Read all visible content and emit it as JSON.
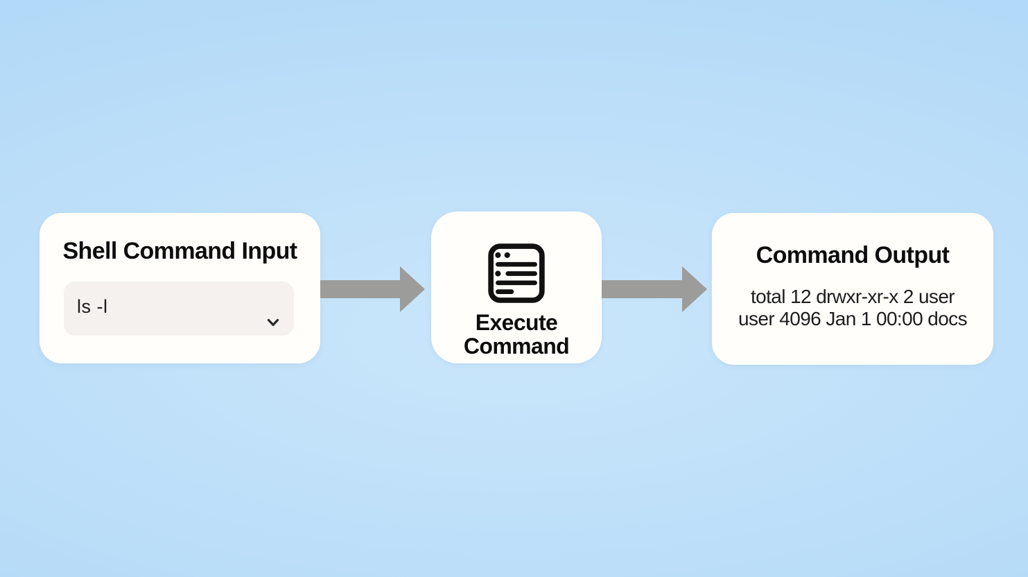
{
  "canvas": {
    "background_center_color": "#c9e6fb",
    "background_edge_color": "#aad4f5"
  },
  "colors": {
    "card_background": "#fffefb",
    "arrow_gray": "#9c9c9a",
    "title_text": "#0d0d0d",
    "body_text": "#1d1d1d",
    "input_field_background": "#f4f1ee",
    "icon_black": "#111111"
  },
  "input_card": {
    "title": "Shell Command Input",
    "field": {
      "value": "ls -l",
      "dropdown_icon": "chevron-down"
    }
  },
  "execute_card": {
    "icon": "command-list",
    "label": "Execute Command"
  },
  "output_card": {
    "title": "Command Output",
    "lines": [
      "total 12 drwxr-xr-x 2 user",
      "user 4096 Jan 1 00:00 docs"
    ]
  }
}
